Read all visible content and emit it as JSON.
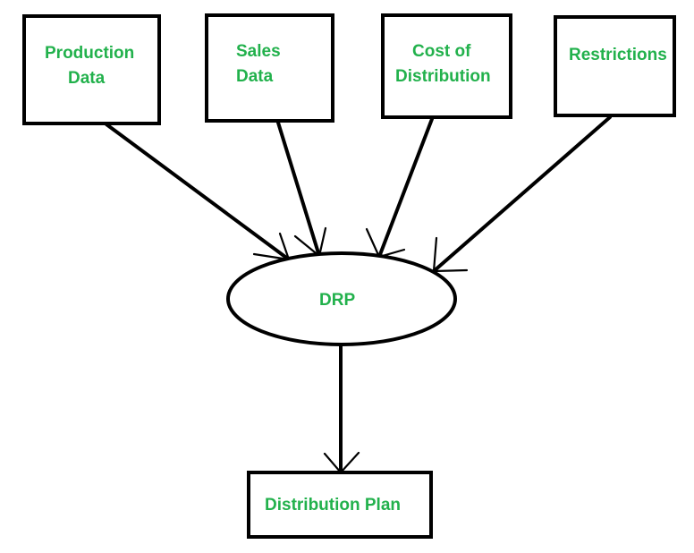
{
  "colors": {
    "text": "#22b14c",
    "stroke": "#000000",
    "background": "#ffffff"
  },
  "nodes": {
    "production": {
      "line1": "Production",
      "line2": "Data"
    },
    "sales": {
      "line1": "Sales",
      "line2": "Data"
    },
    "cost": {
      "line1": "Cost of",
      "line2": "Distribution"
    },
    "restrictions": {
      "label": "Restrictions"
    },
    "drp": {
      "label": "DRP"
    },
    "plan": {
      "label": "Distribution Plan"
    }
  }
}
